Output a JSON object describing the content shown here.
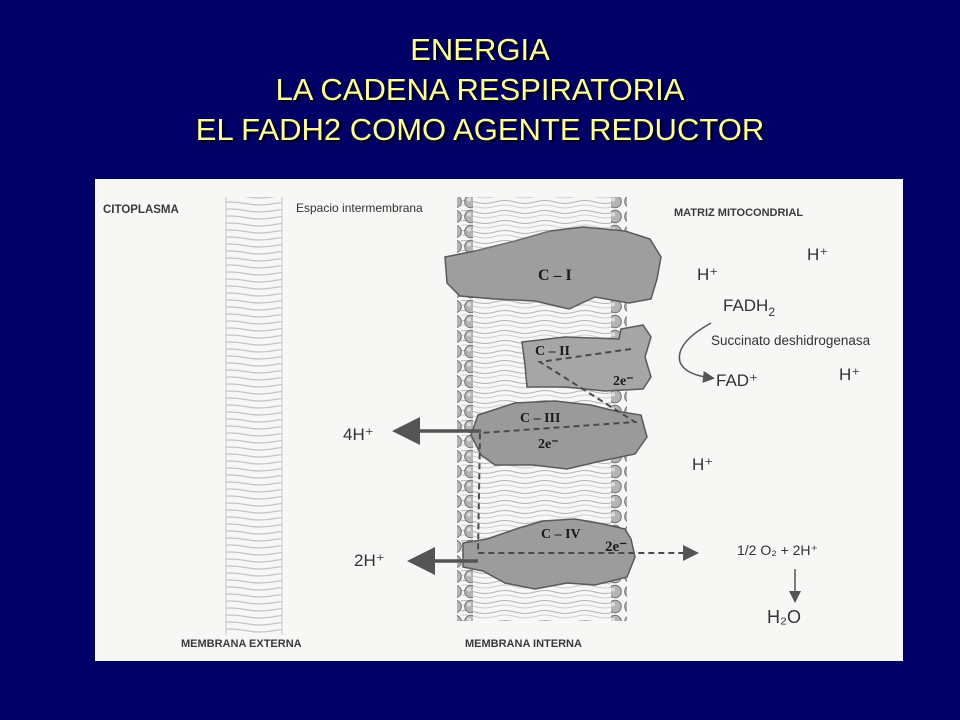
{
  "slide": {
    "title_lines": [
      "ENERGIA",
      "LA CADENA RESPIRATORIA",
      "EL FADH2 COMO AGENTE REDUCTOR"
    ]
  },
  "figure": {
    "label_citoplasma": "CITOPLASMA",
    "label_espacio": "Espacio intermembrana",
    "label_matriz": "MATRIZ MITOCONDRIAL",
    "label_membrana_externa": "MEMBRANA EXTERNA",
    "label_membrana_interna": "MEMBRANA INTERNA",
    "complexes": {
      "c1": "C – I",
      "c2": "C – II",
      "c3": "C – III",
      "c4": "C – IV"
    },
    "electrons": {
      "e_c2": "2e⁻",
      "e_c3": "2e⁻",
      "e_c4": "2e⁻"
    },
    "matrix_labels": {
      "h_top_right": "H⁺",
      "h_upper": "H⁺",
      "fadh2_main": "FADH",
      "fadh2_sub": "2",
      "succinato": "Succinato deshidrogenasa",
      "fad_plus": "FAD⁺",
      "h_mid_right": "H⁺",
      "h_lower": "H⁺",
      "o2_formula": "1/2 O₂ + 2H⁺",
      "h2o": "H₂O"
    },
    "pumped": {
      "four_h": "4H⁺",
      "two_h": "2H⁺"
    }
  },
  "colors": {
    "background": "#000066",
    "title": "#ffff99",
    "figure_bg": "#f7f7f5",
    "complex_fill": "#9e9e9e"
  }
}
